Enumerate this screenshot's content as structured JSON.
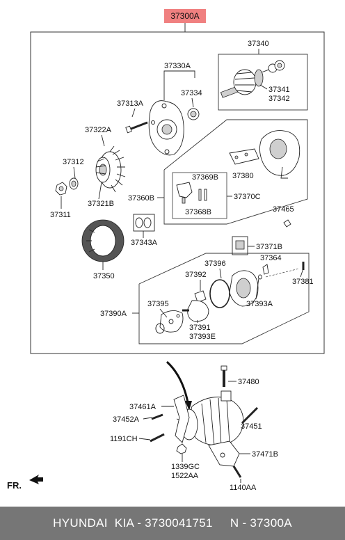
{
  "diagram": {
    "highlight_color": "#f08080",
    "labels": {
      "main_assembly": "37300A",
      "rotor_group": "37340",
      "rotor_bearing_front": "37341",
      "rotor_bearing_rear": "37342",
      "bracket_group": "37330A",
      "bracket_bearing": "37334",
      "bolt": "37313A",
      "fan": "37322A",
      "pulley_collar": "37312",
      "pulley": "37321B",
      "nut": "37311",
      "rectifier_group": "37360B",
      "brush_spring_part": "37369B",
      "brush_holder_group": "37370C",
      "brush": "37368B",
      "rectifier_plate": "37380",
      "rear_cover": "37465",
      "stator": "37350",
      "bush_set": "37343A",
      "regulator": "37371B",
      "screw_a": "37364",
      "o_ring": "37396",
      "rear_bracket_bolt": "37381",
      "cover_seal": "37392",
      "rear_bracket": "37393A",
      "vacuum_group": "37390A",
      "vacuum_seal": "37395",
      "vacuum_rotor": "37391",
      "vacuum_cover": "37393E",
      "through_bolt": "37480",
      "mount_bracket": "37461A",
      "bracket_bolt": "37452A",
      "long_bolt": "37451",
      "flange_bolt": "1191CH",
      "adjuster_bracket": "37471B",
      "nut_a": "1339GC",
      "nut_b": "1522AA",
      "adjust_bolt": "1140AA"
    },
    "direction_label": "FR."
  },
  "footer": {
    "text": "HYUNDAI  KIA - 3730041751     N - 37300A"
  }
}
